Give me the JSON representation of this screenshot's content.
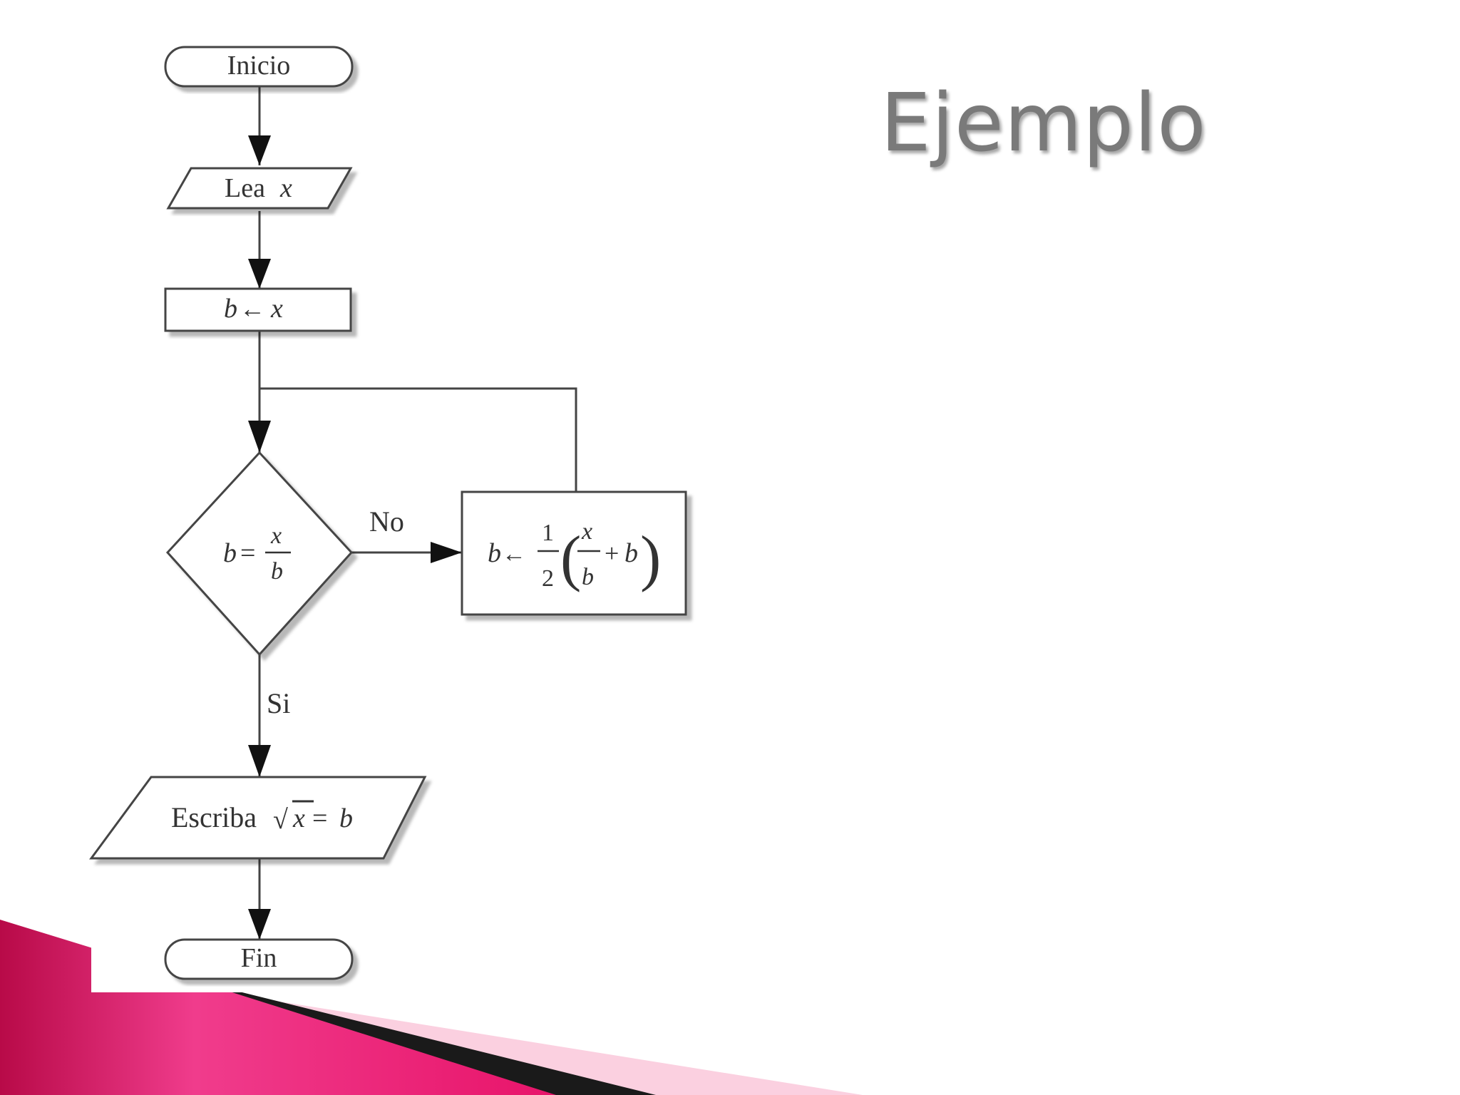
{
  "slide": {
    "title": "Ejemplo"
  },
  "flowchart": {
    "start": "Inicio",
    "input_label": "Lea",
    "input_var": "x",
    "assign_lhs": "b",
    "assign_arrow": "←",
    "assign_rhs": "x",
    "decision_lhs": "b",
    "decision_eq": "=",
    "decision_num": "x",
    "decision_den": "b",
    "update_lhs": "b",
    "update_arrow": "←",
    "update_half_num": "1",
    "update_half_den": "2",
    "update_paren_open": "(",
    "update_x": "x",
    "update_b_den": "b",
    "update_plus": "+",
    "update_b": "b",
    "update_paren_close": ")",
    "branch_no": "No",
    "branch_yes": "Si",
    "output_label": "Escriba",
    "output_sqrt": "√",
    "output_x": "x",
    "output_eq": "=",
    "output_b": "b",
    "end": "Fin"
  },
  "colors": {
    "title": "#7a7a7a",
    "stroke": "#444444",
    "ribbon_dark": "#c8104f",
    "ribbon_bright": "#f03c8c",
    "ribbon_light": "#fbd0e0"
  }
}
